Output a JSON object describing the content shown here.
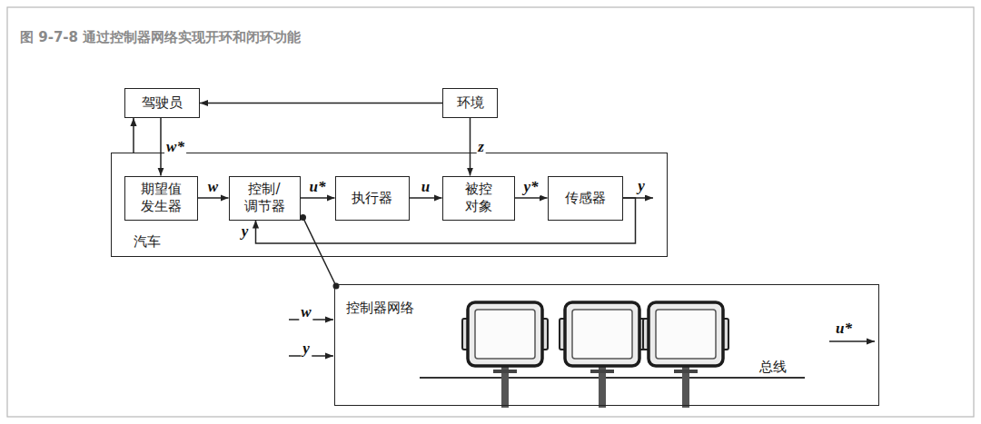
{
  "diagram": {
    "title": "图 9-7-8 通过控制器网络实现开环和闭环功能",
    "nodes": [
      {
        "text": [
          "驾驶员"
        ]
      },
      {
        "text": [
          "环境"
        ]
      },
      {
        "text": [
          "汽车"
        ]
      },
      {
        "text": [
          "期望值 发生器"
        ],
        "in": 2
      },
      {
        "text": [
          "控制/ 调节器"
        ],
        "in": 2
      },
      {
        "text": [
          "执行器"
        ],
        "in": 2
      },
      {
        "text": [
          "被控 对象"
        ],
        "in": 2
      },
      {
        "text": [
          "传感器"
        ],
        "in": 2
      },
      {
        "text": [
          "控制器网络"
        ]
      }
    ],
    "edges": [
      {
        "from": 1,
        "to": 0,
        "arrow": "to"
      },
      {
        "from": 2,
        "to": 0,
        "arrow": "to"
      },
      {
        "from": 0,
        "to": 3,
        "label": "w*",
        "arrow": "to"
      },
      {
        "from": 1,
        "to": 6,
        "label": "z",
        "arrow": "to"
      },
      {
        "from": 3,
        "to": 4,
        "label": "w",
        "arrow": "to"
      },
      {
        "from": 4,
        "to": 5,
        "label": "u*",
        "arrow": "to"
      },
      {
        "from": 5,
        "to": 6,
        "label": "u",
        "arrow": "to"
      },
      {
        "from": 6,
        "to": 7,
        "label": "y*",
        "arrow": "to"
      },
      {
        "from": 7,
        "to": 4,
        "label": "y",
        "arrow": "to"
      },
      {
        "from": 4,
        "to": 8,
        "arrow": "none"
      }
    ],
    "labels": [
      "y",
      "w",
      "y",
      "u*",
      "总线"
    ]
  }
}
